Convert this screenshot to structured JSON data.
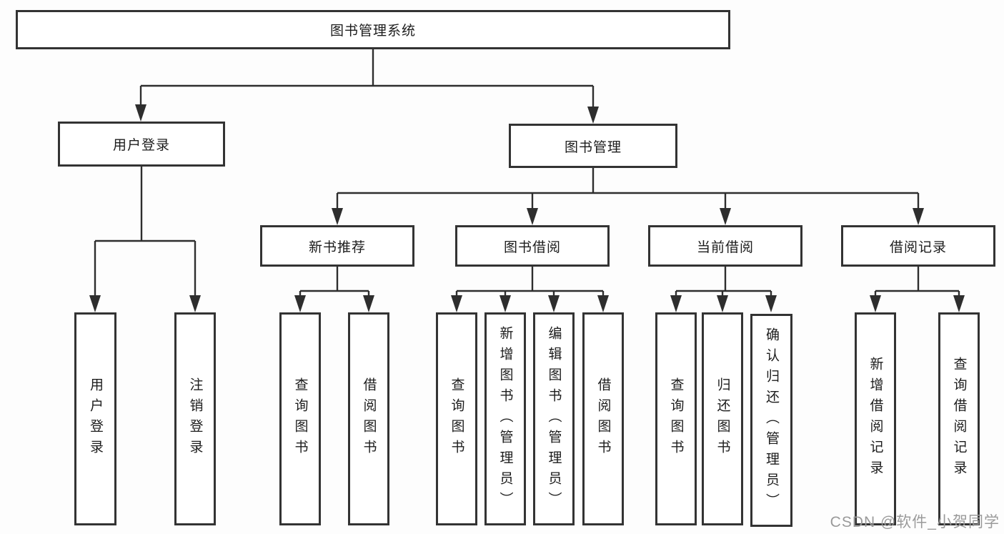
{
  "diagram": {
    "root": {
      "label": "图书管理系统",
      "children": [
        {
          "label": "用户登录",
          "children": [
            {
              "label": "用户登录"
            },
            {
              "label": "注销登录"
            }
          ]
        },
        {
          "label": "图书管理",
          "children": [
            {
              "label": "新书推荐",
              "children": [
                {
                  "label": "查询图书"
                },
                {
                  "label": "借阅图书"
                }
              ]
            },
            {
              "label": "图书借阅",
              "children": [
                {
                  "label": "查询图书"
                },
                {
                  "label": "新增图书（管理员）"
                },
                {
                  "label": "编辑图书（管理员）"
                },
                {
                  "label": "借阅图书"
                }
              ]
            },
            {
              "label": "当前借阅",
              "children": [
                {
                  "label": "查询图书"
                },
                {
                  "label": "归还图书"
                },
                {
                  "label": "确认归还（管理员）"
                }
              ]
            },
            {
              "label": "借阅记录",
              "children": [
                {
                  "label": "新增借阅记录"
                },
                {
                  "label": "查询借阅记录"
                }
              ]
            }
          ]
        }
      ]
    }
  },
  "watermark": {
    "text": "CSDN @软件_小贺同学"
  },
  "colors": {
    "line": "#2e2e2e",
    "box-border": "#333333",
    "text": "#1c1c1c",
    "watermark": "#9a9a9a",
    "background": "#fdfdfd"
  }
}
